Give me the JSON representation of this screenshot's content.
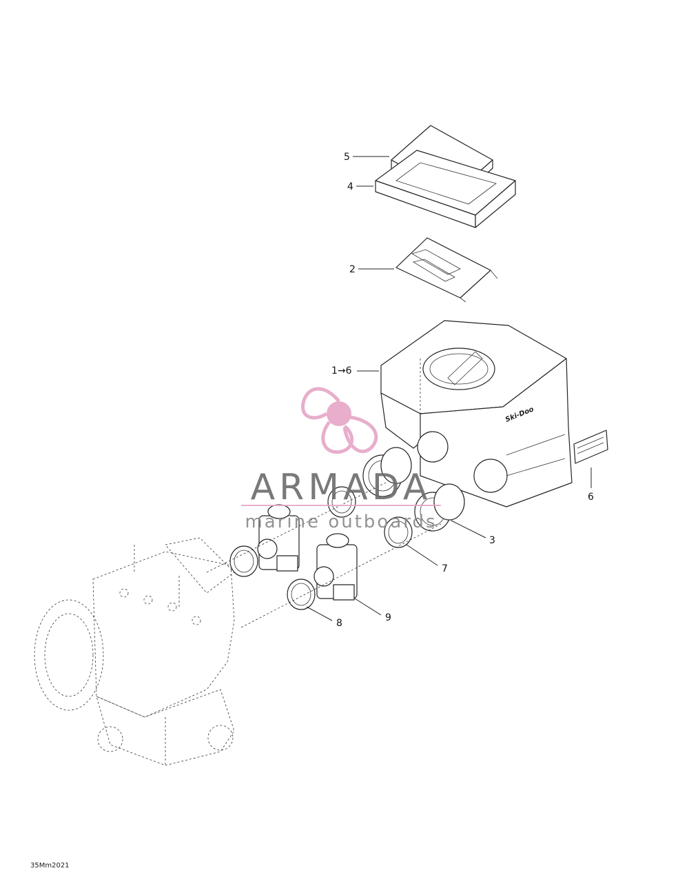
{
  "callouts": {
    "c5": "5",
    "c4": "4",
    "c2": "2",
    "c1_6": "1→6",
    "c6": "6",
    "c3": "3",
    "c7": "7",
    "c9": "9",
    "c8": "8"
  },
  "watermark": {
    "brand": "ARMADA",
    "tagline": "marine outboards",
    "color": "#e6a6c7",
    "text_color": "#6b6b6b"
  },
  "drawing_code": "35Mm2021",
  "icons": {
    "watermark_logo": "propeller-icon"
  }
}
